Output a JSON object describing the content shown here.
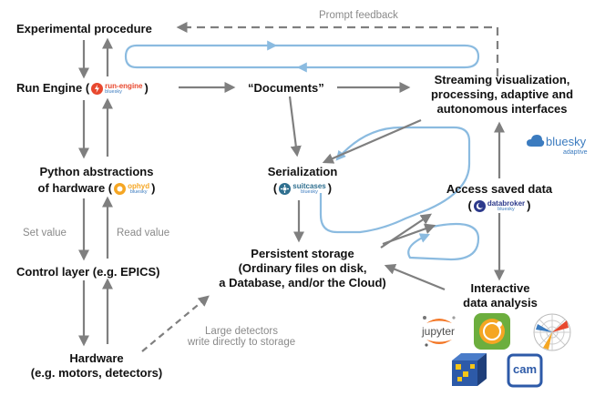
{
  "nodes": {
    "experimental_procedure": "Experimental procedure",
    "run_engine": "Run Engine (",
    "documents": "“Documents”",
    "streaming_1": "Streaming visualization,",
    "streaming_2": "processing, adaptive and",
    "streaming_3": "autonomous interfaces",
    "python_abstractions_1": "Python abstractions",
    "python_abstractions_2": "of hardware (",
    "serialization": "Serialization",
    "access_saved_data": "Access saved data",
    "control_layer": "Control layer (e.g. EPICS)",
    "persistent_1": "Persistent storage",
    "persistent_2": "(Ordinary files on disk,",
    "persistent_3": "a Database, and/or the Cloud)",
    "interactive_1": "Interactive",
    "interactive_2": "data analysis",
    "hardware_1": "Hardware",
    "hardware_2": "(e.g. motors, detectors)",
    "close_paren": ")"
  },
  "edge_labels": {
    "prompt_feedback": "Prompt feedback",
    "set_value": "Set value",
    "read_value": "Read value",
    "large_detectors_1": "Large detectors",
    "large_detectors_2": "write directly to storage"
  },
  "badges": {
    "run_engine": {
      "name": "run-engine",
      "sub": "bluesky"
    },
    "ophyd": {
      "name": "ophyd",
      "sub": "bluesky"
    },
    "suitcases": {
      "name": "suitcases",
      "sub": "bluesky"
    },
    "databroker": {
      "name": "databroker",
      "sub": "bluesky"
    }
  },
  "bluesky_adaptive": {
    "name": "bluesky",
    "sub": "adaptive"
  },
  "tool_logos": {
    "jupyter": "jupyter",
    "cam": "cam"
  },
  "colors": {
    "arrow_gray": "#7f7f7f",
    "flow_blue": "#8bbbe0",
    "text": "#111111",
    "label_gray": "#8a8a8a",
    "run_engine_red": "#e8482e",
    "ophyd_orange": "#f5a623",
    "databroker_navy": "#2d3a8c",
    "suitcases_teal": "#2f6f8f",
    "bluesky_blue": "#3b7bbf",
    "jupyter_orange": "#f37726"
  }
}
